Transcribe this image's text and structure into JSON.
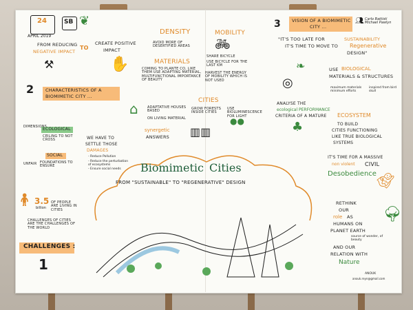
{
  "header": {
    "date_day": "24",
    "date_month_year": "APRIL 2019",
    "logo_sb": "SB"
  },
  "intro": {
    "from_reducing": "FROM REDUCING",
    "negative_impact": "NEGATIVE IMPACT",
    "to": "TO",
    "create_positive": "CREATE POSITIVE",
    "impact": "IMPACT"
  },
  "section2": {
    "number": "2",
    "title_line1": "CHARACTERISTICS OF A",
    "title_line2": "BIOMIMETIC CITY ..."
  },
  "density": {
    "title": "DENSITY",
    "text": "AVOID MORE OF DESERTIFIED AREAS"
  },
  "mobility": {
    "title": "MOBILITY",
    "text1": "SHARE BICYCLE",
    "text2": "USE BICYCLE FOR THE LAST KM",
    "text3": "HARVEST THE ENERGY OF MOBILITY WHICH IS NOT USED"
  },
  "materials": {
    "title": "MATERIALS",
    "text": "COMING TO PLANTE CO, LIKE THEM USE ADAPTING MATERIAL, MULTIFUNCTIONAL IMPORTANCE OF BEAUTY"
  },
  "adaptive": {
    "text1": "ADAPTATIVE HOUSES BASED",
    "text2": "ON living MATERIAL"
  },
  "cities": {
    "title": "CITIES",
    "text1": "GROW forests INSIDE CITIES",
    "text2": "USE bioluminescence FOR LIGHT"
  },
  "synergetic": {
    "line1": "synergetic",
    "line2": "ANSWERS"
  },
  "left_block": {
    "dimensions": "DIMENSIONS",
    "ecological": "ECOLOGICAL",
    "ceiling": "CEILING TO NOT CROSS",
    "social": "SOCIAL",
    "foundations": "FOUNDATIONS TO ENSURE",
    "unfair": "UNFAIR",
    "we_have": "WE HAVE TO",
    "settle": "SETTLE THOSE",
    "damages": "DAMAGES",
    "bullet1": "- Reduce Pollution",
    "bullet2": "- Reduce the perturbation of ecosystems",
    "bullet3": "- Ensure social needs"
  },
  "population": {
    "number": "3.5",
    "billion": "billion",
    "text": "of people are LIVING in CITIES",
    "challenges_text": "CHALLENGES of CITIES are the CHALLENGES of the WORLD"
  },
  "challenges": {
    "title": "CHALLENGES :",
    "number": "1"
  },
  "center": {
    "title_a": "Biomimetic",
    "title_b": "Cities",
    "subtitle": "FROM \"SUSTAINABLE\" TO \"REGENERATIVE\" DESIGN"
  },
  "section3": {
    "number": "3",
    "title_line1": "VISION OF A BIOMIMETIC",
    "title_line2": "CITY ...",
    "speakers": "Carlo Battisti Michael Pawlyn"
  },
  "quote": {
    "line1": "\"IT'S TOO LATE FOR",
    "sustainability": "SUSTAINABILITY",
    "line2": "IT'S TIME TO MOVE TO",
    "regenerative": "Regenerative",
    "design": "DESIGN\""
  },
  "structures": {
    "text1": "USE",
    "biological": "BIOLOGICAL",
    "text2": "MATERIALS & STRUCTURES",
    "label1": "maximum materials minimum efforts",
    "label2": "inspired from bird skull"
  },
  "ecosystem": {
    "analyse": "ANALYSE THE",
    "ecological_perf": "ecological PERFORMANCE",
    "criteria": "criteria OF A MATURE",
    "ecosystem": "ECOSYSTEM",
    "to_build": "TO BUILD",
    "cities_functioning": "CITIES FUNCTIONING",
    "like_true": "LIKE TRUE biological",
    "systems": "SYSTEMS"
  },
  "disobedience": {
    "line1": "IT'S TIME FOR A MASSIVE",
    "non_violent": "non violent",
    "civil": "CIVIL",
    "word": "Desobedience"
  },
  "rethink": {
    "line1": "RETHINK",
    "line2": "OUR",
    "role": "role",
    "as": "AS",
    "humans_on": "HUMANS ON",
    "planet": "PLANET EARTH",
    "source": "source of wonder, of beauty",
    "and_our": "AND OUR",
    "relation": "RELATION WITH",
    "nature": "Nature"
  },
  "signature": {
    "name": "ANOUK",
    "contact": "anouk.reyn@gmail.com"
  }
}
